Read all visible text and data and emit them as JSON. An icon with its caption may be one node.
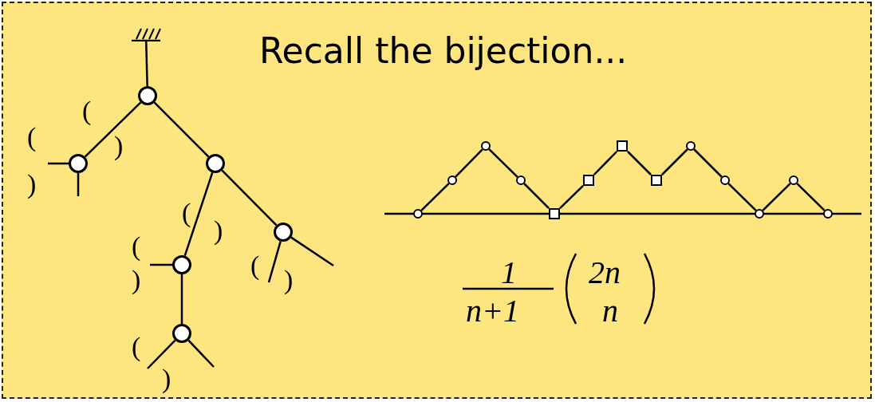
{
  "diagram": {
    "title": "Recall the bijection...",
    "nodes": [
      {
        "text": [],
        "shape": "picture"
      },
      {
        "text": [],
        "shape": "circle"
      },
      {
        "text": [],
        "shape": "circle"
      },
      {
        "text": [],
        "shape": "circle"
      },
      {
        "text": [],
        "shape": "circle"
      },
      {
        "text": [],
        "shape": "circle"
      },
      {
        "text": [],
        "shape": "circle"
      },
      {
        "text": [],
        "shape": "circle"
      },
      {
        "text": [],
        "shape": "circle"
      },
      {
        "text": [],
        "shape": "circle"
      },
      {
        "text": [],
        "shape": "circle"
      },
      {
        "text": [],
        "shape": "box"
      },
      {
        "text": [],
        "shape": "box"
      },
      {
        "text": [],
        "shape": "box"
      },
      {
        "text": [],
        "shape": "box"
      },
      {
        "text": [],
        "shape": "circle"
      },
      {
        "text": [],
        "shape": "circle"
      },
      {
        "text": [],
        "shape": "circle"
      },
      {
        "text": [],
        "shape": "circle"
      },
      {
        "text": [],
        "shape": "circle"
      }
    ],
    "edges": [
      {
        "from": 0,
        "to": 1,
        "arrow": "none"
      },
      {
        "from": 1,
        "to": 2,
        "arrow": "none"
      },
      {
        "from": 1,
        "to": 3,
        "arrow": "none"
      },
      {
        "from": 3,
        "to": 4,
        "arrow": "none"
      },
      {
        "from": 3,
        "to": 5,
        "arrow": "none"
      },
      {
        "from": 4,
        "to": 6,
        "arrow": "none"
      },
      {
        "from": 2,
        "to": null,
        "arrow": "none"
      },
      {
        "from": 2,
        "to": null,
        "arrow": "none"
      },
      {
        "from": 4,
        "to": null,
        "arrow": "none"
      },
      {
        "from": 5,
        "to": null,
        "arrow": "none"
      },
      {
        "from": 5,
        "to": null,
        "arrow": "none"
      },
      {
        "from": 6,
        "to": null,
        "arrow": "none"
      },
      {
        "from": 6,
        "to": null,
        "arrow": "none"
      },
      {
        "from": 7,
        "to": 8,
        "arrow": "none"
      },
      {
        "from": 8,
        "to": 9,
        "arrow": "none"
      },
      {
        "from": 9,
        "to": 10,
        "arrow": "none"
      },
      {
        "from": 10,
        "to": 11,
        "arrow": "none"
      },
      {
        "from": 11,
        "to": 12,
        "arrow": "none"
      },
      {
        "from": 12,
        "to": 13,
        "arrow": "none"
      },
      {
        "from": 13,
        "to": 14,
        "arrow": "none"
      },
      {
        "from": 14,
        "to": 15,
        "arrow": "none"
      },
      {
        "from": 15,
        "to": 16,
        "arrow": "none"
      },
      {
        "from": 16,
        "to": 17,
        "arrow": "none"
      },
      {
        "from": 17,
        "to": 18,
        "arrow": "none"
      },
      {
        "from": 18,
        "to": 19,
        "arrow": "none"
      }
    ],
    "labels": [
      "(",
      ")",
      "(",
      ")",
      "(",
      ")",
      "(",
      ")",
      "(",
      ")",
      "(",
      ")",
      "1",
      "n+1",
      "2n",
      "n"
    ]
  }
}
